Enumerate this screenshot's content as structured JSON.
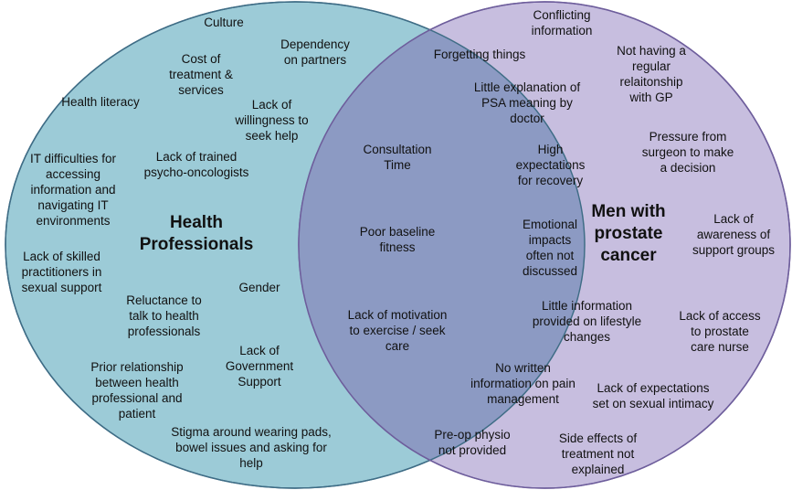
{
  "colors": {
    "left_circle": "#9ccbd7",
    "right_circle": "#c7bedf",
    "overlap": "#8c9ac3",
    "left_stroke": "#3f6d86",
    "right_stroke": "#6e5e9c"
  },
  "groups": {
    "left": "Health\nProfessionals",
    "right": "Men with\nprostate\ncancer"
  },
  "left_items": [
    "Culture",
    "Cost of\ntreatment &\nservices",
    "Dependency\non partners",
    "Health literacy",
    "Lack of\nwillingness to\nseek help",
    "Lack of trained\npsycho-oncologists",
    "IT difficulties for\naccessing\ninformation and\nnavigating IT\nenvironments",
    "Lack of skilled\npractitioners in\nsexual support",
    "Gender",
    "Reluctance to\ntalk to health\nprofessionals",
    "Lack of\nGovernment\nSupport",
    "Prior relationship\nbetween health\nprofessional and\npatient",
    "Stigma around wearing pads,\nbowel issues and asking for\nhelp"
  ],
  "shared_items": [
    "Consultation\nTime",
    "Poor baseline\nfitness",
    "Lack of motivation\nto exercise / seek\ncare"
  ],
  "right_items": [
    "Conflicting\ninformation",
    "Forgetting things",
    "Not having a\nregular\nrelaitonship\nwith GP",
    "Little explanation of\nPSA meaning by\ndoctor",
    "High\nexpectations\nfor recovery",
    "Pressure from\nsurgeon to make\na decision",
    "Emotional\nimpacts\noften not\ndiscussed",
    "Lack of\nawareness of\nsupport groups",
    "Little information\nprovided on lifestyle\nchanges",
    "Lack of access\nto prostate\ncare nurse",
    "No written\ninformation on pain\nmanagement",
    "Lack of expectations\nset on sexual intimacy",
    "Pre-op physio\nnot provided",
    "Side effects of\ntreatment not\nexplained"
  ]
}
